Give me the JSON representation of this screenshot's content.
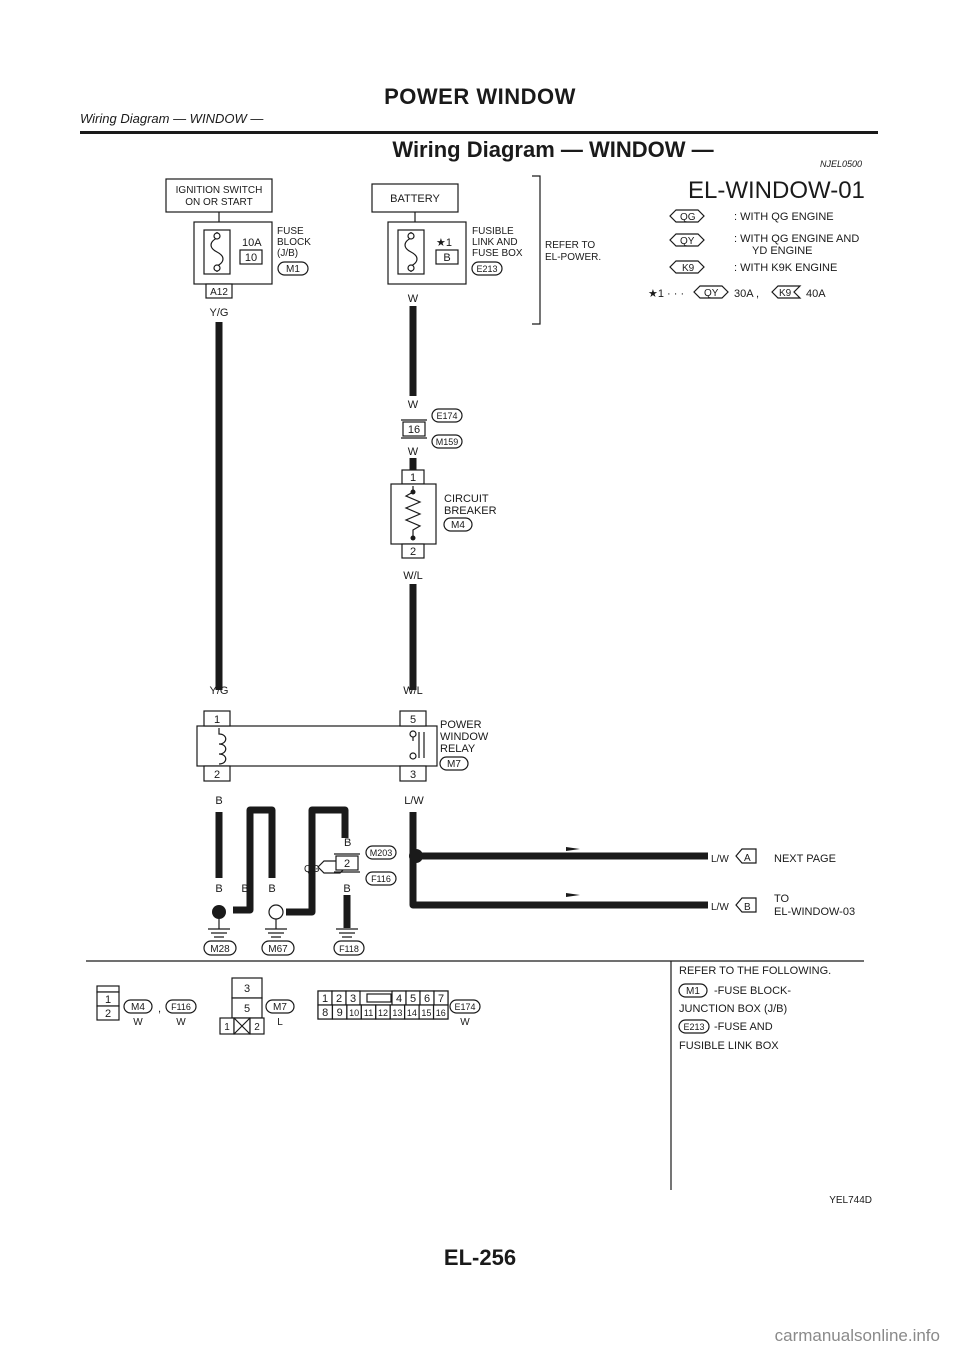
{
  "header": {
    "title": "POWER WINDOW",
    "subtitle": "Wiring Diagram — WINDOW —"
  },
  "diagram_title": "Wiring Diagram — WINDOW —",
  "ref_code": "NJEL0500",
  "diagram_id": "EL-WINDOW-01",
  "legend": {
    "qg_tag": "QG",
    "qg_text": ": WITH QG ENGINE",
    "qy_tag": "QY",
    "qy_text1": ": WITH QG ENGINE AND",
    "qy_text2": "YD ENGINE",
    "k9_tag": "K9",
    "k9_text": ": WITH K9K ENGINE",
    "note_mark": "★1 · · ·",
    "note_qy": "QY",
    "note_qy_val": "30A ,",
    "note_k9": "K9",
    "note_k9_val": "40A"
  },
  "ignition": {
    "label1": "IGNITION SWITCH",
    "label2": "ON OR START",
    "fuse_amp": "10A",
    "fuse_no": "10",
    "block1": "FUSE",
    "block2": "BLOCK",
    "block3": "(J/B)",
    "conn": "M1",
    "pin": "A12",
    "wire": "Y/G"
  },
  "battery": {
    "label": "BATTERY",
    "fuse_mark": "★1",
    "fuse_no": "B",
    "link1": "FUSIBLE",
    "link2": "LINK AND",
    "link3": "FUSE BOX",
    "conn": "E213",
    "wire": "W",
    "refer1": "REFER TO",
    "refer2": "EL-POWER."
  },
  "joint": {
    "wire_top": "W",
    "pin": "16",
    "conn_top": "E174",
    "conn_bottom": "M159",
    "wire_bottom": "W"
  },
  "breaker": {
    "pin_top": "1",
    "label1": "CIRCUIT",
    "label2": "BREAKER",
    "conn": "M4",
    "pin_bottom": "2",
    "wire": "W/L"
  },
  "relay": {
    "wire_left_top": "Y/G",
    "wire_right_top": "W/L",
    "pin1": "1",
    "pin2": "2",
    "pin5": "5",
    "pin3": "3",
    "label1": "POWER",
    "label2": "WINDOW",
    "label3": "RELAY",
    "conn": "M7",
    "wire_left_bottom": "B",
    "wire_right_bottom": "L/W"
  },
  "grounds": {
    "w1": "B",
    "w2": "B",
    "w3": "B",
    "w4": "B",
    "w5": "B",
    "w6": "B",
    "qg": "QG",
    "pin": "2",
    "conn_top": "M203",
    "conn_bottom": "F116",
    "g1": "M28",
    "g2": "M67",
    "g3": "F118"
  },
  "outputs": {
    "a_wire": "L/W",
    "a_tag": "A",
    "a_text": "NEXT PAGE",
    "b_wire": "L/W",
    "b_tag": "B",
    "b_text1": "TO",
    "b_text2": "EL-WINDOW-03"
  },
  "connectors": {
    "c1_p1": "1",
    "c1_p2": "2",
    "c1_name": "M4",
    "c1_color": "W",
    "sep": ",",
    "c2_name": "F116",
    "c2_color": "W",
    "c3_p3": "3",
    "c3_p5": "5",
    "c3_p1": "1",
    "c3_p2": "2",
    "c3_name": "M7",
    "c3_color": "L",
    "c4_top": [
      "1",
      "2",
      "3",
      "4",
      "5",
      "6",
      "7"
    ],
    "c4_bottom": [
      "8",
      "9",
      "10",
      "11",
      "12",
      "13",
      "14",
      "15",
      "16"
    ],
    "c4_name": "E174",
    "c4_color": "W"
  },
  "refer_box": {
    "title": "REFER TO THE FOLLOWING.",
    "m1": "M1",
    "m1_text1": "-FUSE BLOCK-",
    "m1_text2": "JUNCTION BOX (J/B)",
    "e213": "E213",
    "e213_text1": "-FUSE AND",
    "e213_text2": "FUSIBLE LINK BOX"
  },
  "figure_code": "YEL744D",
  "page_number": "EL-256",
  "watermark": "carmanualsonline.info"
}
